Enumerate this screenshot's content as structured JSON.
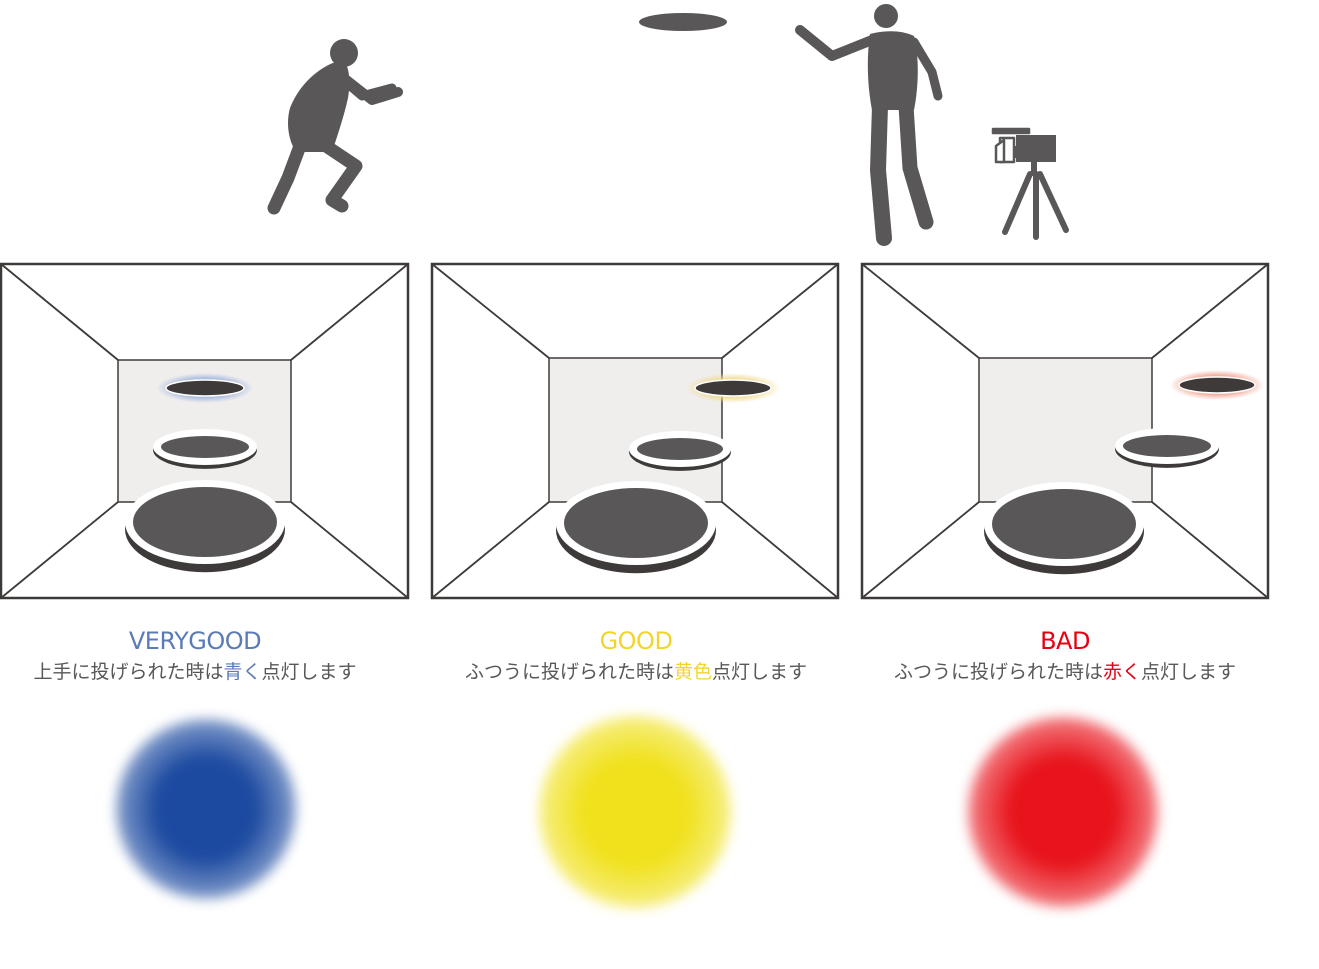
{
  "palette": {
    "silhouette": "#595757",
    "frame_stroke": "#3e3a39",
    "back_wall": "#efeeed"
  },
  "icons": {
    "catcher": "person-catching-silhouette",
    "thrower": "person-throwing-silhouette",
    "disc": "flying-disc",
    "camera": "video-camera-on-tripod"
  },
  "panels": [
    {
      "rating": "VERYGOOD",
      "color": "#5b7bb8",
      "glow_color": "#1c4aa0",
      "caption_before": "上手に投げられた時は",
      "caption_highlight": "青く",
      "caption_after": "点灯します"
    },
    {
      "rating": "GOOD",
      "color": "#f2d52b",
      "glow_color": "#f0e11c",
      "caption_before": "ふつうに投げられた時は",
      "caption_highlight": "黄色",
      "caption_after": "点灯します"
    },
    {
      "rating": "BAD",
      "color": "#e60012",
      "glow_color": "#e8131b",
      "caption_before": "ふつうに投げられた時は",
      "caption_highlight": "赤く",
      "caption_after": "点灯します"
    }
  ]
}
